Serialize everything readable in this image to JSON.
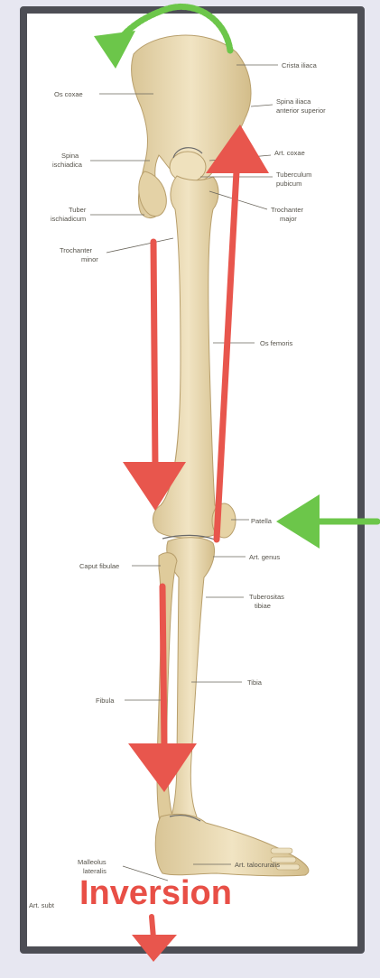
{
  "labels": {
    "crista_iliaca": "Crista iliaca",
    "os_coxae": "Os coxae",
    "spina_iliaca_1": "Spina iliaca",
    "spina_iliaca_2": "anterior superior",
    "spina_ischiadica_1": "Spina",
    "spina_ischiadica_2": "ischiadica",
    "art_coxae": "Art. coxae",
    "tuberculum_1": "Tuberculum",
    "tuberculum_2": "pubicum",
    "tuber_1": "Tuber",
    "tuber_2": "ischiadicum",
    "trochanter_major_1": "Trochanter",
    "trochanter_major_2": "major",
    "trochanter_minor_1": "Trochanter",
    "trochanter_minor_2": "minor",
    "os_femoris": "Os femoris",
    "patella": "Patella",
    "caput_fibulae": "Caput fibulae",
    "art_genus": "Art. genus",
    "tuberositas_1": "Tuberositas",
    "tuberositas_2": "tibiae",
    "tibia": "Tibia",
    "fibula": "Fibula",
    "malleolus_1": "Malleolus",
    "malleolus_2": "lateralis",
    "art_talocruralis": "Art. talocruralis",
    "art_subtalaris": "Art. subt"
  },
  "annotation": {
    "inversion": "Inversion"
  },
  "colors": {
    "bone": "#ead9b0",
    "bone_shadow": "#c9b384",
    "arrow_red": "#e8564d",
    "arrow_green": "#6cc64a",
    "frame": "#4d4e55",
    "background": "#e7e7f1"
  }
}
